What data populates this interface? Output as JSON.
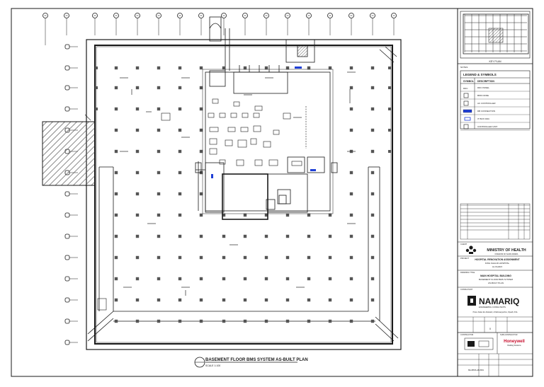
{
  "drawing": {
    "title": "BASEMENT FLOOR BMS SYSTEM AS-BUILT PLAN",
    "scale": "SCALE 1:100"
  },
  "key_plan": {
    "label": "KEY PLAN"
  },
  "legend": {
    "notes_label": "NOTES",
    "title": "LEGEND & SYMBOLS",
    "symbol_header": "SYMBOL",
    "description_header": "DESCRIPTION",
    "items": [
      {
        "symbol": "DDC",
        "description": "DDC PANEL"
      },
      {
        "symbol": "",
        "description": "BMS NODE"
      },
      {
        "symbol": "",
        "description": "AC CONTROLLER"
      },
      {
        "symbol": "",
        "description": "DB CONNECTION"
      },
      {
        "symbol": "",
        "description": "IT BOX DDC"
      },
      {
        "symbol": "",
        "description": "CONTROLLER UNIT"
      }
    ]
  },
  "title_block": {
    "client_label": "CLIENT",
    "client": "MINISTRY OF HEALTH",
    "client_sub": "KINGDOM OF SAUDI ARABIA",
    "project_label": "PROJECT",
    "project": "HOSPITAL RENOVATION ASSIGNMENT",
    "project_line2": "KING KHALID HOSPITAL",
    "project_line3": "AL KHARJ",
    "drawing_title_label": "DRAWING TITLE",
    "drawing_title_1": "MAIN HOSPITAL BUILDING",
    "drawing_title_2": "BASEMENT FLOOR BMS SYSTEM",
    "drawing_title_3": "AS-BUILT PLAN",
    "consultant_label": "CONSULTANT",
    "consultant": "NAMARIQ",
    "consultant_sub": "ENGINEERING CONSULTANTS",
    "address": "Prince Sultan bin Abdulaziz, Al Rahmaniya Dist., Riyadh, KSA",
    "contractor_label": "CONTRACTOR",
    "subcontractor_label": "SUB-CONTRACTOR",
    "subcontractor": "Honeywell",
    "subcontractor_sub": "Building Solutions",
    "revision": "0",
    "drawing_no": "MH-BMS-AB-B01"
  },
  "colors": {
    "line": "#1a1a1a",
    "accent": "#1f3fd6",
    "brand_red": "#c8102e"
  }
}
